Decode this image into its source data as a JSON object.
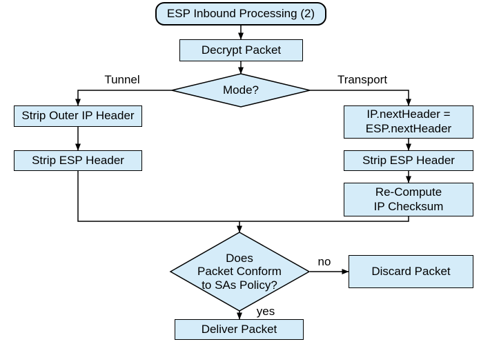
{
  "diagram": {
    "background": "#ffffff",
    "node_fill": "#d5ecf9",
    "node_border": "#000000",
    "nodes": {
      "start": "ESP Inbound Processing (2)",
      "decrypt": "Decrypt Packet",
      "mode": "Mode?",
      "strip_outer": "Strip Outer IP Header",
      "strip_esp_left": "Strip ESP Header",
      "ip_next": "IP.nextHeader =\nESP.nextHeader",
      "strip_esp_right": "Strip ESP Header",
      "recompute": "Re-Compute\nIP Checksum",
      "conform": "Does\nPacket Conform\nto SAs Policy?",
      "discard": "Discard Packet",
      "deliver": "Deliver Packet"
    },
    "edge_labels": {
      "tunnel": "Tunnel",
      "transport": "Transport",
      "no": "no",
      "yes": "yes"
    }
  }
}
